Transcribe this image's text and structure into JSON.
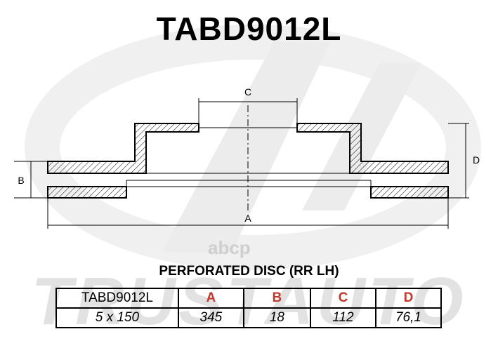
{
  "part_number": "TABD9012L",
  "description": "PERFORATED DISC (RR LH)",
  "watermark_brand": "TRUSTAUTO",
  "watermark_logo": "abcp",
  "drawing": {
    "dimension_labels": {
      "a": "A",
      "b": "B",
      "c": "C",
      "d": "D"
    }
  },
  "spec_table": {
    "header": {
      "part": "TABD9012L",
      "a": "A",
      "b": "B",
      "c": "C",
      "d": "D"
    },
    "values": {
      "bolt_pattern": "5 x 150",
      "a": "345",
      "b": "18",
      "c": "112",
      "d": "76,1"
    }
  },
  "colors": {
    "dimension_header": "#c0392b",
    "watermark": "#d9d9d9"
  }
}
